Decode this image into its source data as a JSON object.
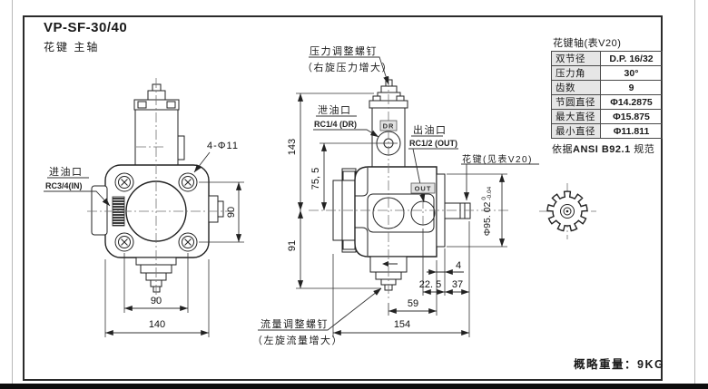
{
  "title": {
    "model": "VP-SF-30/40",
    "subtitle": "花键 主轴"
  },
  "spline_table": {
    "title": "花键轴(表V20)",
    "rows": [
      {
        "k": "双节径",
        "v": "D.P. 16/32"
      },
      {
        "k": "压力角",
        "v": "30°"
      },
      {
        "k": "齿数",
        "v": "9"
      },
      {
        "k": "节圆直径",
        "v": "Φ14.2875"
      },
      {
        "k": "最大直径",
        "v": "Φ15.875"
      },
      {
        "k": "最小直径",
        "v": "Φ11.811"
      }
    ],
    "footnote_pre": "依据",
    "footnote_std": "ANSI B92.1",
    "footnote_post": " 规范"
  },
  "labels": {
    "pressure_screw_1": "压力调整螺钉",
    "pressure_screw_2": "（右旋压力增大）",
    "drain_port_1": "泄油口",
    "drain_port_2": "RC1/4 (DR)",
    "outlet_port_1": "出油口",
    "outlet_port_2": "RC1/2 (OUT)",
    "inlet_port_1": "进油口",
    "inlet_port_2": "RC3/4(IN)",
    "spline_ref": "花键(见表V20)",
    "flow_screw_1": "流量调整螺钉",
    "flow_screw_2": "（左旋流量增大）",
    "mounting_holes": "4-Φ11"
  },
  "markings": {
    "drain": "DR",
    "outlet": "OUT"
  },
  "dimensions": {
    "d90_vertical": "90",
    "d90_horizontal": "90",
    "d140": "140",
    "d143": "143",
    "d75_5": "75, 5",
    "d91": "91",
    "d154": "154",
    "d59": "59",
    "d22_5": "22. 5",
    "d37": "37",
    "d4": "4",
    "pilot_dia": "Φ95. 02",
    "pilot_tol_upper": "0",
    "pilot_tol_lower": "-0.04"
  },
  "footer": {
    "weight": "概略重量：9KG"
  }
}
